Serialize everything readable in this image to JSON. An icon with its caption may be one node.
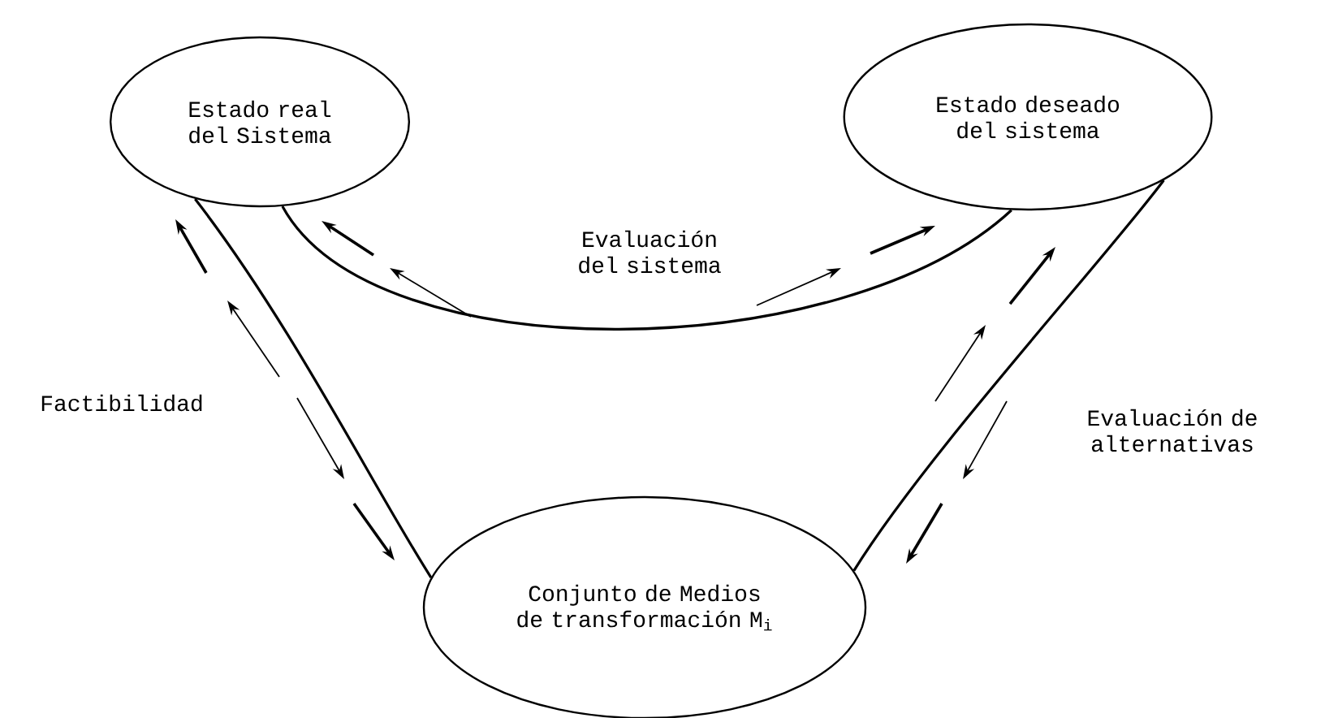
{
  "diagram": {
    "nodes": [
      {
        "text": [
          "Estado real del Sistema"
        ]
      },
      {
        "text": [
          "Estado deseado del sistema"
        ]
      },
      {
        "text": [
          "Conjunto de Medios de transformación M$_{i}$"
        ]
      }
    ],
    "edges": [
      {
        "from": 0,
        "to": 1,
        "arrow": "none",
        "label": "Evaluación del sistema"
      },
      {
        "from": 0,
        "to": 2,
        "arrow": "none",
        "label": "Factibilidad"
      },
      {
        "from": 1,
        "to": 2,
        "arrow": "none",
        "label": "Evaluación de alternativas"
      }
    ]
  }
}
